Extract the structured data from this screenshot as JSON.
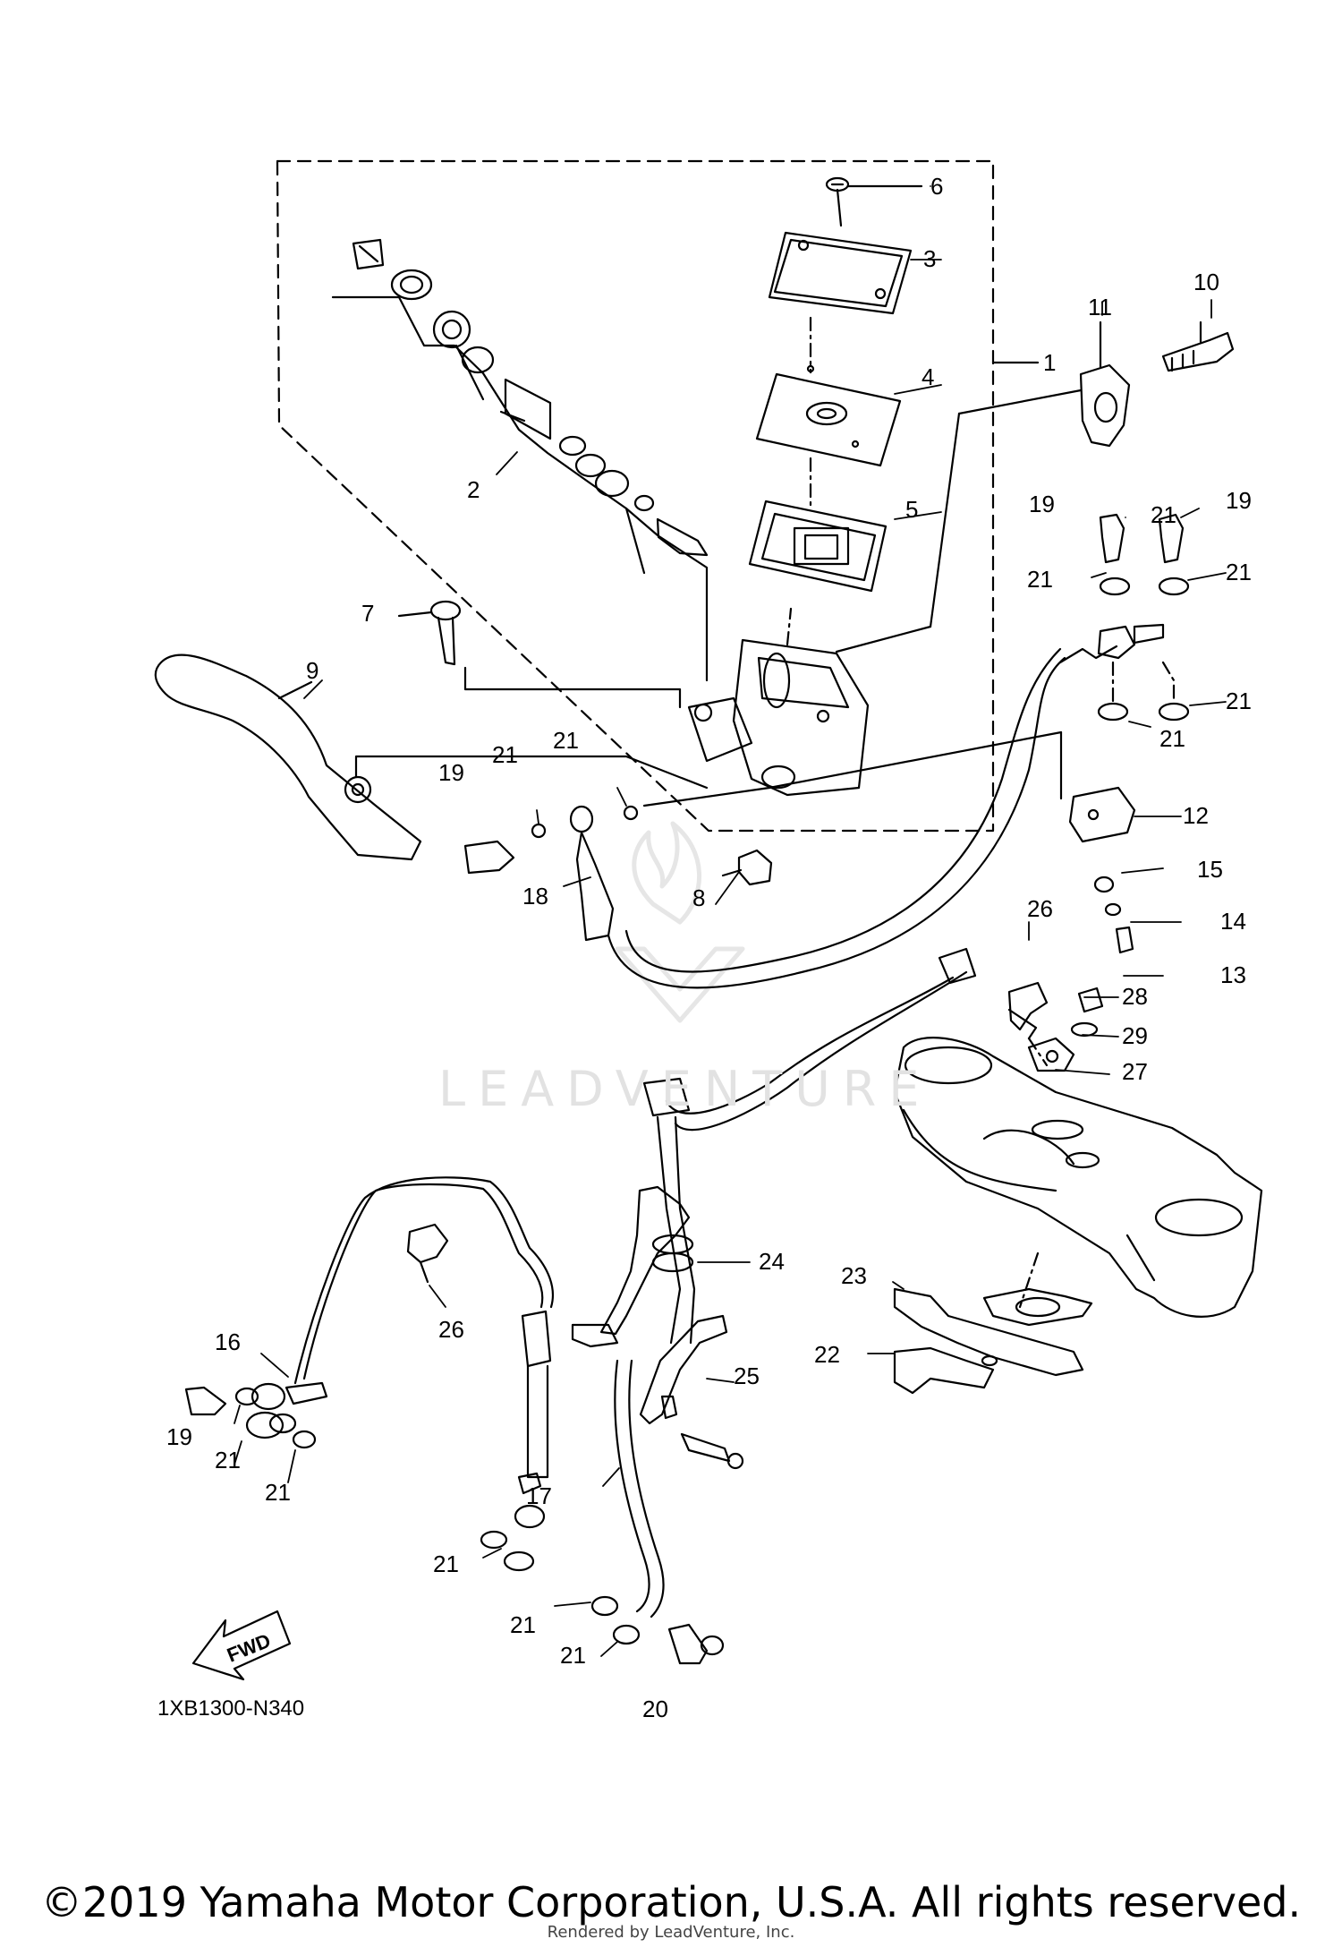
{
  "diagram": {
    "callouts": [
      {
        "id": "1",
        "text": "1"
      },
      {
        "id": "2",
        "text": "2"
      },
      {
        "id": "3",
        "text": "3"
      },
      {
        "id": "4",
        "text": "4"
      },
      {
        "id": "5",
        "text": "5"
      },
      {
        "id": "6",
        "text": "6"
      },
      {
        "id": "7",
        "text": "7"
      },
      {
        "id": "8",
        "text": "8"
      },
      {
        "id": "9",
        "text": "9"
      },
      {
        "id": "10",
        "text": "10"
      },
      {
        "id": "11",
        "text": "11"
      },
      {
        "id": "12",
        "text": "12"
      },
      {
        "id": "13",
        "text": "13"
      },
      {
        "id": "14",
        "text": "14"
      },
      {
        "id": "15",
        "text": "15"
      },
      {
        "id": "16",
        "text": "16"
      },
      {
        "id": "17",
        "text": "17"
      },
      {
        "id": "18",
        "text": "18"
      },
      {
        "id": "19a",
        "text": "19"
      },
      {
        "id": "19b",
        "text": "19"
      },
      {
        "id": "19c",
        "text": "19"
      },
      {
        "id": "19d",
        "text": "19"
      },
      {
        "id": "20",
        "text": "20"
      },
      {
        "id": "21a",
        "text": "21"
      },
      {
        "id": "21b",
        "text": "21"
      },
      {
        "id": "21c",
        "text": "21"
      },
      {
        "id": "21d",
        "text": "21"
      },
      {
        "id": "21e",
        "text": "21"
      },
      {
        "id": "21f",
        "text": "21"
      },
      {
        "id": "21g",
        "text": "21"
      },
      {
        "id": "21h",
        "text": "21"
      },
      {
        "id": "21i",
        "text": "21"
      },
      {
        "id": "21j",
        "text": "21"
      },
      {
        "id": "21k",
        "text": "21"
      },
      {
        "id": "21l",
        "text": "21"
      },
      {
        "id": "22",
        "text": "22"
      },
      {
        "id": "23",
        "text": "23"
      },
      {
        "id": "24",
        "text": "24"
      },
      {
        "id": "25",
        "text": "25"
      },
      {
        "id": "26a",
        "text": "26"
      },
      {
        "id": "26b",
        "text": "26"
      },
      {
        "id": "27",
        "text": "27"
      },
      {
        "id": "28",
        "text": "28"
      },
      {
        "id": "29",
        "text": "29"
      }
    ],
    "diagram_code": "1XB1300-N340",
    "fwd_label": "FWD",
    "watermark": "LEADVENTURE"
  },
  "footer": {
    "copyright": "©2019 Yamaha Motor Corporation, U.S.A. All rights reserved.",
    "rendered_by": "Rendered by LeadVenture, Inc."
  }
}
